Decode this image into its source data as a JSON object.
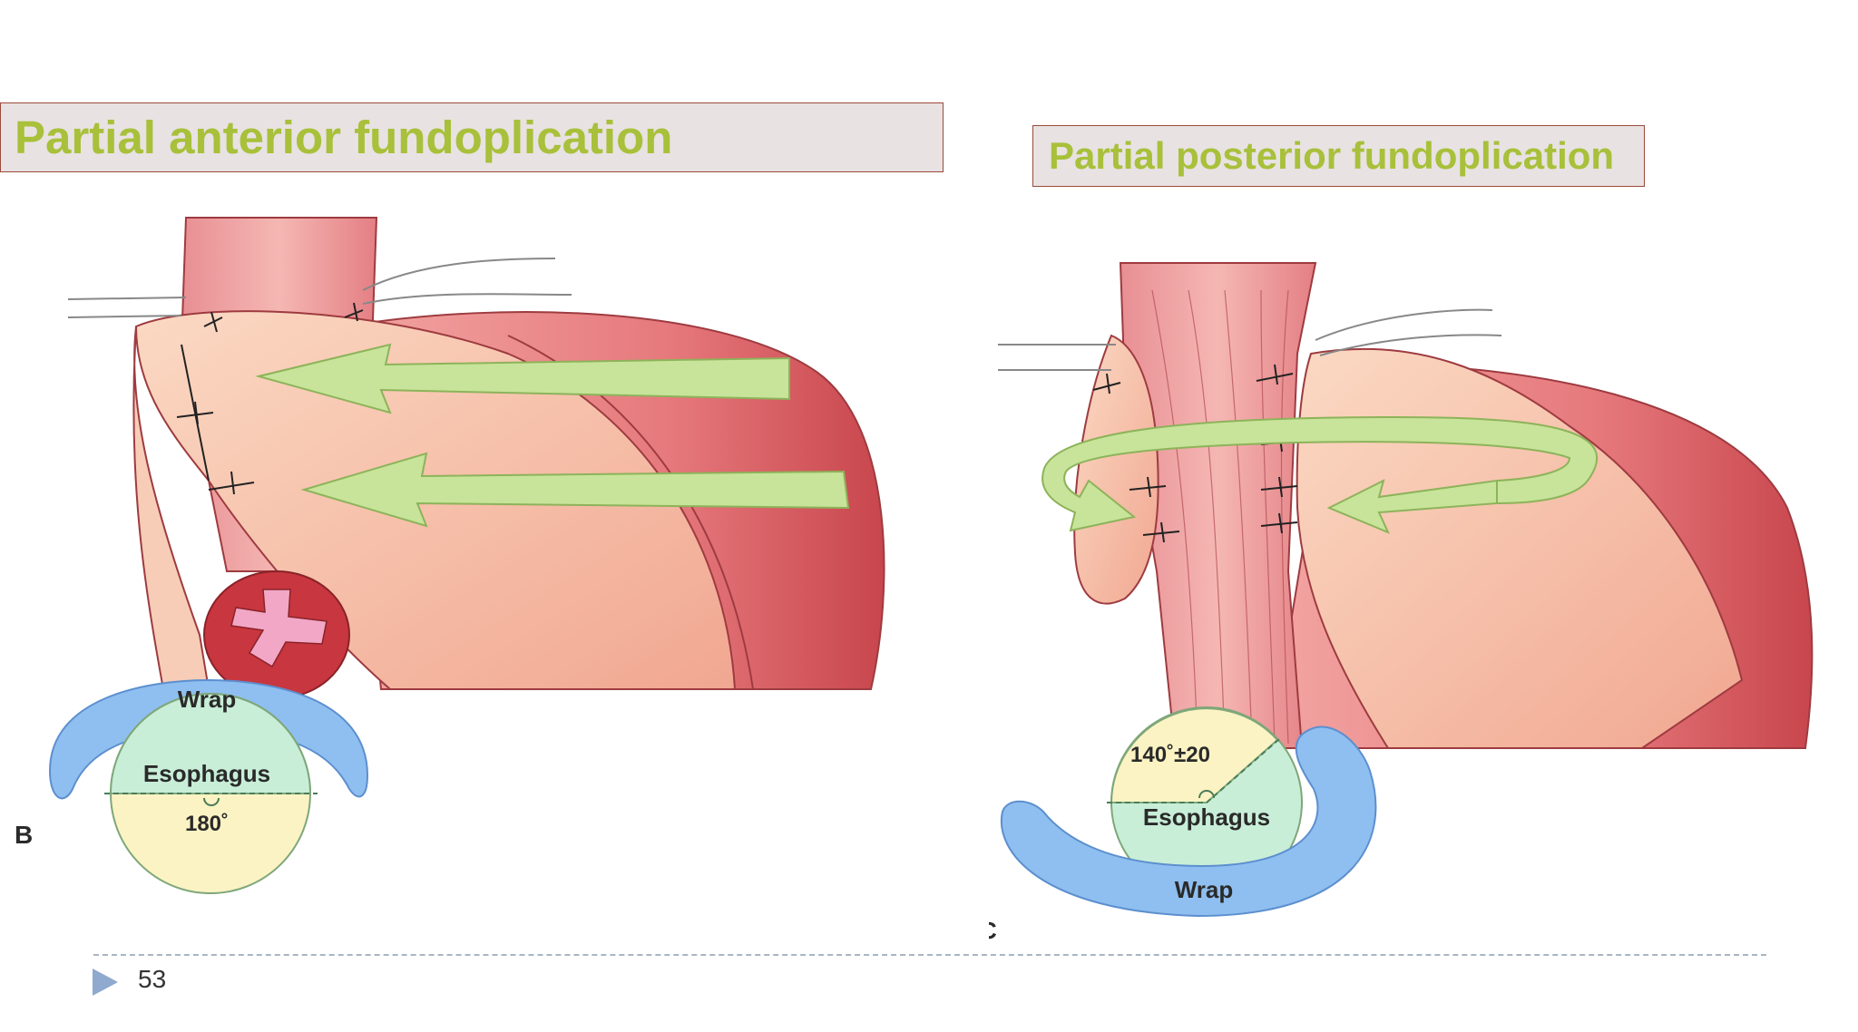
{
  "slide": {
    "left_title": "Partial anterior fundoplication",
    "right_title": "Partial posterior fundoplication",
    "page_number": "53"
  },
  "left_figure": {
    "panel_letter": "B",
    "wrap_label": "Wrap",
    "esophagus_label": "Esophagus",
    "angle_label": "180˚"
  },
  "right_figure": {
    "panel_letter": "C",
    "wrap_label": "Wrap",
    "esophagus_label": "Esophagus",
    "angle_label": "140˚±20"
  },
  "colors": {
    "title_text": "#a8c03a",
    "title_bg": "#e8e2e2",
    "title_border": "#9b4a3c",
    "stomach": "#e06a6f",
    "fundus": "#f6c2a8",
    "arrow": "#c7e49a",
    "wrap": "#8fbff0",
    "esophagus_disc": "#c8eed8",
    "angle_disc": "#fbf3c3"
  }
}
